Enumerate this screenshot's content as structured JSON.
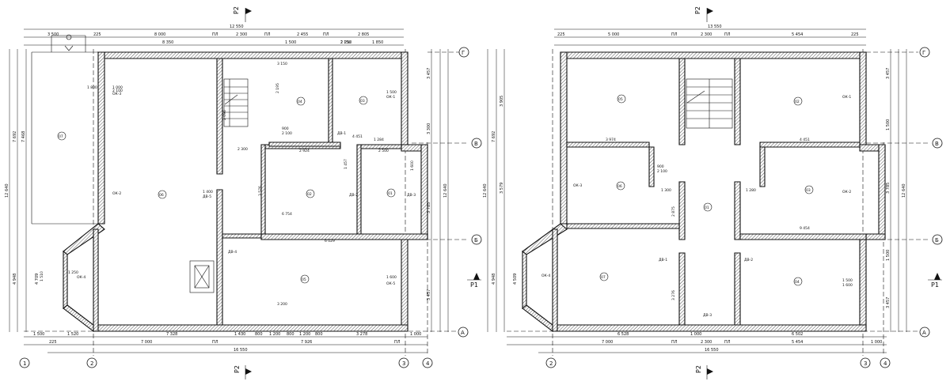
{
  "sections": {
    "top_left": "P2",
    "top_right": "P2",
    "bottom_left": "P2",
    "bottom_right": "P2",
    "side_left": "P1",
    "side_right": "P1"
  },
  "axes": {
    "a": "А",
    "b": "Б",
    "v": "В",
    "g": "Г",
    "n1": "1",
    "n2": "2",
    "n3": "3",
    "n4": "4"
  },
  "left_plan": {
    "overall_top": "12 550",
    "top_chain": [
      "3 500",
      "225",
      "8 000",
      "ПЛ",
      "2 300",
      "ПЛ",
      "2 455",
      "ПЛ",
      "2 250",
      "2 805"
    ],
    "top_chain2": [
      "8 350",
      "1 500",
      "1 850"
    ],
    "bottom_chain": [
      "1 520",
      "7 328",
      "1 430",
      "800",
      "1 200",
      "800",
      "1 200",
      "800",
      "3 278",
      "1 000"
    ],
    "bottom_chain2": [
      "7 000",
      "ПЛ",
      "7 926",
      "ПЛ"
    ],
    "bottom_overall": "16 550",
    "bottom_left": [
      "1 500",
      "225"
    ],
    "left_overall": "12 640",
    "left_chain": [
      "7 692",
      "4 948"
    ],
    "left_chain2": [
      "7 468",
      "4 709"
    ],
    "right_chain": [
      "3 457",
      "3 300",
      "3 785",
      "3 457"
    ],
    "right_overall": "12 640",
    "rooms": [
      "07",
      "06",
      "04",
      "03",
      "02",
      "01",
      "05"
    ],
    "openings": [
      "ОК-3",
      "ОК-2",
      "ОК-4",
      "ОК-5",
      "ОК-1",
      "ДВ-1",
      "ДВ-2",
      "ДВ-3",
      "ДВ-4",
      "ДВ-5"
    ],
    "sizes": [
      "1 000",
      "2 100",
      "1 800",
      "1 400",
      "1 250",
      "1 600",
      "1 500",
      "900",
      "2 100",
      "4 451",
      "3 150",
      "6 029"
    ],
    "inner": [
      "2 300",
      "2 924",
      "2 500",
      "1 284",
      "2 195",
      "2 096",
      "3 576",
      "6 754",
      "3 200",
      "1 457",
      "1 600",
      "1 510",
      "2 150"
    ]
  },
  "right_plan": {
    "overall_top": "13 550",
    "top_chain": [
      "225",
      "5 000",
      "ПЛ",
      "2 300",
      "ПЛ",
      "5 454",
      "225"
    ],
    "bottom_chain": [
      "6 528",
      "1 000",
      "6 502",
      "1 000"
    ],
    "bottom_chain2": [
      "7 000",
      "ПЛ",
      "2 300",
      "ПЛ",
      "5 454"
    ],
    "bottom_overall": "16 550",
    "left_overall": "12 640",
    "left_chain": [
      "7 692",
      "4 948"
    ],
    "left_chain2": [
      "3 905",
      "3 579",
      "4 509"
    ],
    "right_chain": [
      "3 457",
      "1 500",
      "3 785",
      "1 500",
      "3 457"
    ],
    "rooms": [
      "05",
      "02",
      "06",
      "01",
      "03",
      "07",
      "04"
    ],
    "openings": [
      "ОК-1",
      "ОК-2",
      "ОК-3",
      "ОК-4",
      "ДВ-1",
      "ДВ-2",
      "ДВ-3"
    ],
    "inner": [
      "3 974",
      "4 451",
      "1 300",
      "1 280",
      "9 454",
      "2 875",
      "3 276",
      "900",
      "2 100",
      "1 500",
      "1 600"
    ]
  }
}
